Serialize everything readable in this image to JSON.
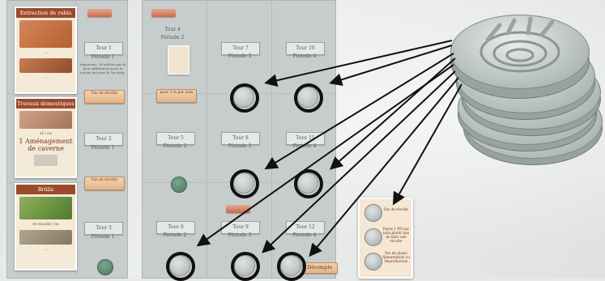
{
  "left_column": {
    "cards": [
      {
        "title": "Extraction de rubis",
        "text_a": "...",
        "text_b": "..."
      },
      {
        "title": "Travaux domestiques",
        "mid": "et / ou",
        "big": "1 Aménagement de caverne"
      },
      {
        "title": "Brûlis",
        "mid": "et ensuite / ou",
        "small": "..."
      }
    ],
    "rounds": [
      {
        "tile": "Tour 1",
        "period": "Période 1",
        "note": "Important : N'oubliez pas le pion additionnel pour le joueur qui pose le 1er pion."
      },
      {
        "tile": "Tour 2",
        "period": "Période 1"
      },
      {
        "tile": "Tour 3",
        "period": "Période 1"
      }
    ],
    "parchments": [
      "Pas de récolte",
      "Pas de récolte"
    ]
  },
  "right_board": {
    "col1": [
      {
        "tile": "Tour 4",
        "period": "Période 2"
      },
      {
        "tile": "Tour 5",
        "period": "Période 2"
      },
      {
        "tile": "Tour 6",
        "period": "Période 2"
      }
    ],
    "col2": [
      {
        "tile": "Tour 7",
        "period": "Période 3"
      },
      {
        "tile": "Tour 8",
        "period": "Période 3"
      },
      {
        "tile": "Tour 9",
        "period": "Période 3"
      }
    ],
    "col3": [
      {
        "tile": "Tour 10",
        "period": "Période 4"
      },
      {
        "tile": "Tour 11",
        "period": "Période 4"
      },
      {
        "tile": "Tour 12",
        "period": "Période 4"
      }
    ],
    "food_parchment": "pour 1 fs par nain",
    "final": "Décompte"
  },
  "reference_card": {
    "rows": [
      "Pas de récolte",
      "Payez 1 PN par nain plutôt que de faire une récolte",
      "Pas de phase Alimentation ou Reproduction"
    ]
  }
}
